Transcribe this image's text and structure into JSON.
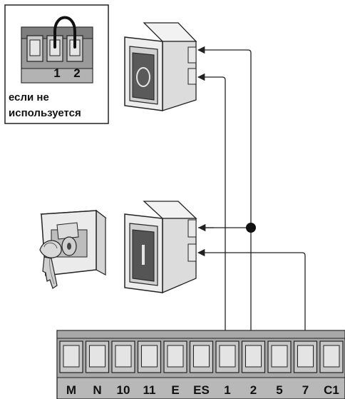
{
  "inset": {
    "terminal_numbers": [
      "1",
      "2"
    ],
    "caption_line1": "если не",
    "caption_line2": "используется"
  },
  "terminal_block": {
    "labels": [
      "M",
      "N",
      "10",
      "11",
      "E",
      "ES",
      "1",
      "2",
      "5",
      "7",
      "C1"
    ],
    "connected": [
      "1",
      "2",
      "7"
    ]
  },
  "devices": [
    {
      "name": "stop-button",
      "icon": "circle-icon"
    },
    {
      "name": "open-button",
      "icon": "bar-icon"
    },
    {
      "name": "key-switch",
      "icon": "key-icon"
    }
  ],
  "colors": {
    "line": "#222222",
    "terminal_fill": "#b8b8b8",
    "button_face": "#5a5a5a"
  }
}
